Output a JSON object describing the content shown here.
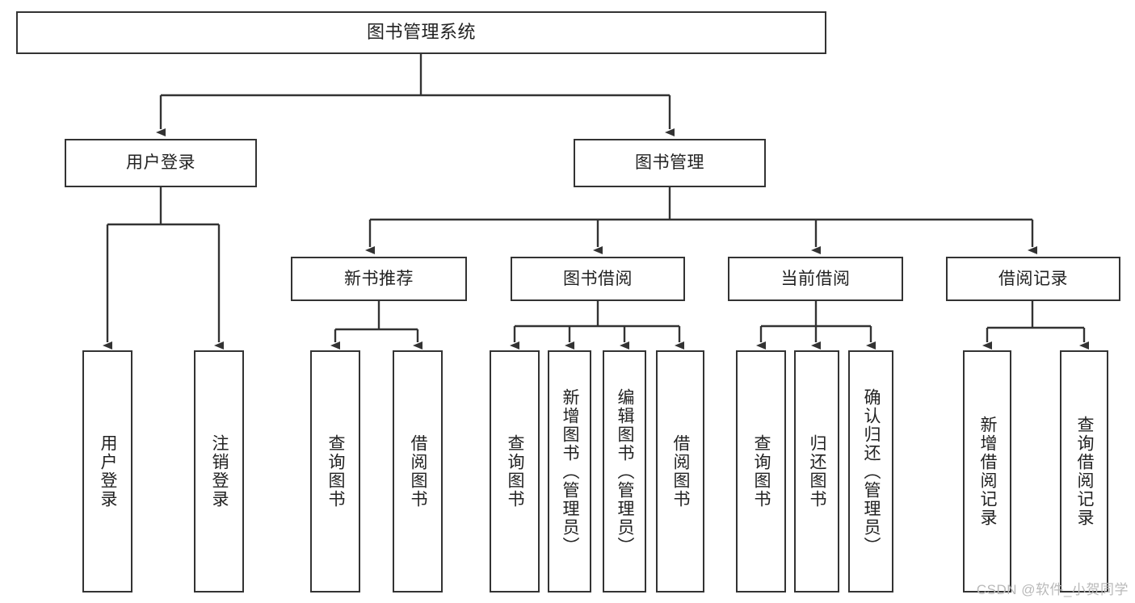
{
  "diagram": {
    "title": "图书管理系统",
    "type": "hierarchy-tree",
    "style": {
      "box_border_color": "#333333",
      "box_fill_color": "#ffffff",
      "connector_color": "#333333",
      "text_color": "#222222",
      "background": "#ffffff"
    },
    "root": {
      "label": "图书管理系统"
    },
    "level2": [
      {
        "label": "用户登录"
      },
      {
        "label": "图书管理"
      }
    ],
    "level3": [
      {
        "label": "新书推荐"
      },
      {
        "label": "图书借阅"
      },
      {
        "label": "当前借阅"
      },
      {
        "label": "借阅记录"
      }
    ],
    "leaves": {
      "user_login": [
        {
          "label": "用户登录"
        },
        {
          "label": "注销登录"
        }
      ],
      "new_book_recommend": [
        {
          "label": "查询图书"
        },
        {
          "label": "借阅图书"
        }
      ],
      "book_borrow": [
        {
          "label": "查询图书"
        },
        {
          "label": "新增图书（管理员）"
        },
        {
          "label": "编辑图书（管理员）"
        },
        {
          "label": "借阅图书"
        }
      ],
      "current_borrow": [
        {
          "label": "查询图书"
        },
        {
          "label": "归还图书"
        },
        {
          "label": "确认归还（管理员）"
        }
      ],
      "borrow_records": [
        {
          "label": "新增借阅记录"
        },
        {
          "label": "查询借阅记录"
        }
      ]
    },
    "watermark": "CSDN @软件_小贺同学"
  }
}
